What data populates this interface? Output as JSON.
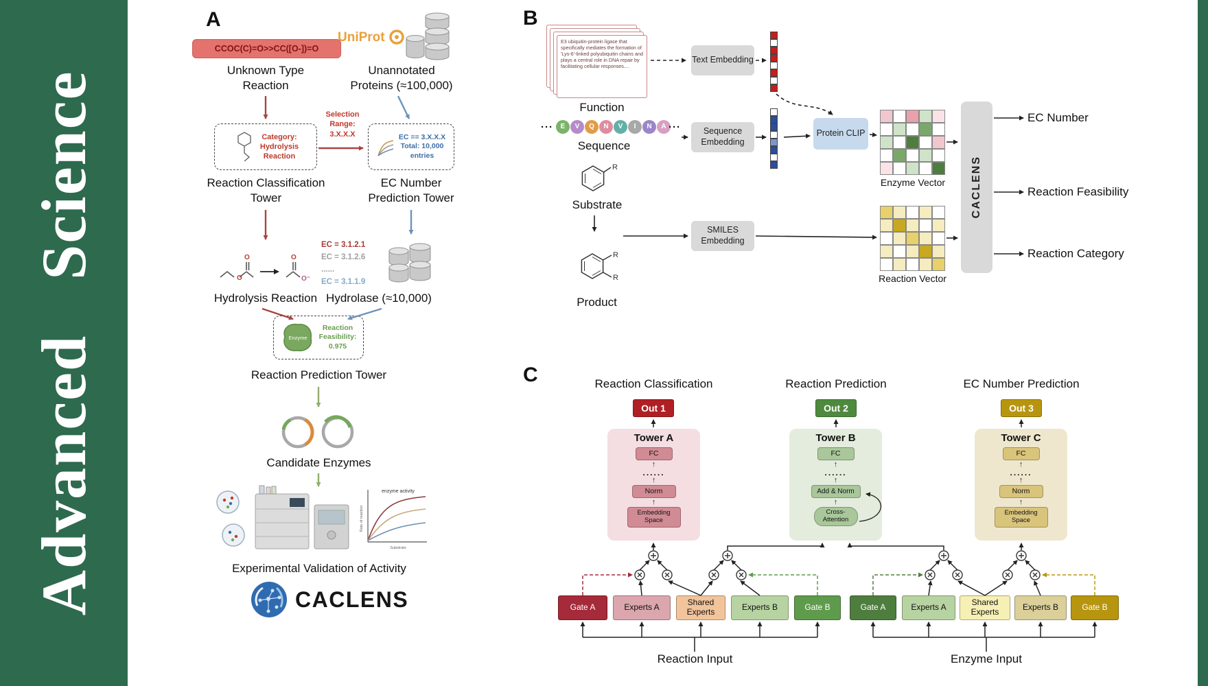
{
  "journal": {
    "name": "Advanced Science",
    "green": "#2d6a4e"
  },
  "panelA": {
    "label": "A",
    "smiles": "CCOC(C)=O>>CC([O-])=O",
    "unknown_label": "Unknown Type Reaction",
    "uniprot": "UniProt",
    "unannotated_label": "Unannotated Proteins (≈100,000)",
    "category_lines": [
      "Category:",
      "Hydrolysis",
      "Reaction"
    ],
    "selection_lines": [
      "Selection",
      "Range:",
      "3.X.X.X"
    ],
    "ec_box_lines": [
      "EC == 3.X.X.X",
      "Total: 10,000",
      "entries"
    ],
    "classification_tower": "Reaction Classification Tower",
    "ec_tower": "EC Number Prediction Tower",
    "hydrolysis_label": "Hydrolysis Reaction",
    "ec_list": [
      "EC = 3.1.2.1",
      "EC = 3.1.2.6",
      "......",
      "EC = 3.1.1.9"
    ],
    "hydrolase_label": "Hydrolase (≈10,000)",
    "enzyme_badge": "Enzyme",
    "feasibility_lines": [
      "Reaction",
      "Feasibility:",
      "0.975"
    ],
    "prediction_tower": "Reaction Prediction Tower",
    "candidates_label": "Candidate Enzymes",
    "validation_label": "Experimental Validation of Activity",
    "atoms": {
      "o": "O",
      "o_minus": "O⁻"
    },
    "plot": {
      "title": "enzyme activity",
      "ylabel": "Rate of reaction",
      "xlabel": "Substrate"
    },
    "logo_text": "CACLENS"
  },
  "panelB": {
    "label": "B",
    "function_text": "E3 ubiquitin-protein ligase that specifically mediates the formation of 'Lys-6'-linked polyubiquitin chains and plays a central role in DNA repair by facilitating cellular responses....",
    "function_label": "Function",
    "ellipsis": "···",
    "sequence": {
      "letters": [
        "E",
        "V",
        "Q",
        "N",
        "V",
        "I",
        "N",
        "A"
      ],
      "colors": [
        "#7cb36a",
        "#b48cc9",
        "#e09c4a",
        "#e08ca0",
        "#62b0a8",
        "#a8a8a8",
        "#9a86c8",
        "#d8a0c0"
      ]
    },
    "sequence_label": "Sequence",
    "substrate_label": "Substrate",
    "product_label": "Product",
    "r_label": "R",
    "boxes": {
      "text_embedding": "Text Embedding",
      "sequence_embedding": "Sequence Embedding",
      "smiles_embedding": "SMILES Embedding",
      "protein_clip": "Protein CLIP",
      "caclens": "CACLENS"
    },
    "enzyme_vector_label": "Enzyme Vector",
    "reaction_vector_label": "Reaction Vector",
    "outputs": [
      "EC Number",
      "Reaction Feasibility",
      "Reaction Category"
    ]
  },
  "panelC": {
    "label": "C",
    "headers": [
      "Reaction Classification",
      "Reaction Prediction",
      "EC Number Prediction"
    ],
    "outs": [
      {
        "label": "Out 1",
        "bg": "#b01f24"
      },
      {
        "label": "Out 2",
        "bg": "#4e8a3e"
      },
      {
        "label": "Out 3",
        "bg": "#b8950f"
      }
    ],
    "towers": [
      {
        "name": "Tower A",
        "bg": "#f4dee1",
        "box": "#d18b94",
        "layers": [
          "FC",
          "......",
          "Norm",
          "Embedding Space"
        ]
      },
      {
        "name": "Tower B",
        "bg": "#e3ecdd",
        "box": "#a9c79a",
        "layers": [
          "FC",
          "......",
          "Add & Norm",
          "Cross-Attention"
        ]
      },
      {
        "name": "Tower C",
        "bg": "#efe7cd",
        "box": "#d9c47c",
        "layers": [
          "FC",
          "......",
          "Norm",
          "Embedding Space"
        ]
      }
    ],
    "left_boxes": [
      {
        "label": "Gate A",
        "bg": "#a52a3a"
      },
      {
        "label": "Experts A",
        "bg": "#dba6ad"
      },
      {
        "label": "Shared Experts",
        "bg": "#f2c49b"
      },
      {
        "label": "Experts B",
        "bg": "#b7d3a2"
      },
      {
        "label": "Gate B",
        "bg": "#5f9b4c"
      }
    ],
    "right_boxes": [
      {
        "label": "Gate A",
        "bg": "#4e7e3e"
      },
      {
        "label": "Experts A",
        "bg": "#b7d3a2"
      },
      {
        "label": "Shared Experts",
        "bg": "#f7f0b5"
      },
      {
        "label": "Experts B",
        "bg": "#dbd09a"
      },
      {
        "label": "Gate B",
        "bg": "#b8950f"
      }
    ],
    "input_labels": [
      "Reaction Input",
      "Enzyme Input"
    ]
  },
  "grids": {
    "text_vector": {
      "rows": 8,
      "cols": 1,
      "cell": 11,
      "border": "#444",
      "colors": [
        "#c21f1f",
        "#ffffff",
        "#c21f1f",
        "#c21f1f",
        "#ffffff",
        "#c21f1f",
        "#ffffff",
        "#c21f1f"
      ]
    },
    "sequence_vector": {
      "rows": 8,
      "cols": 1,
      "cell": 11,
      "border": "#444",
      "colors": [
        "#ffffff",
        "#2b4d9e",
        "#2b4d9e",
        "#ffffff",
        "#7e97c8",
        "#2b4d9e",
        "#ffffff",
        "#2b4d9e"
      ]
    },
    "enzyme_vector": {
      "rows": 5,
      "cols": 5,
      "cell": 19,
      "border": "#888",
      "colors": [
        "#f2c6ce",
        "#ffffff",
        "#e8a0aa",
        "#cfe3c8",
        "#f9e3e6",
        "#ffffff",
        "#cfe3c8",
        "#ffffff",
        "#7aa86a",
        "#ffffff",
        "#cfe3c8",
        "#ffffff",
        "#4e7e3e",
        "#ffffff",
        "#f2c6ce",
        "#ffffff",
        "#7aa86a",
        "#ffffff",
        "#cfe3c8",
        "#ffffff",
        "#f9e3e6",
        "#ffffff",
        "#cfe3c8",
        "#ffffff",
        "#4e7e3e"
      ]
    },
    "reaction_vector": {
      "rows": 5,
      "cols": 5,
      "cell": 19,
      "border": "#888",
      "colors": [
        "#e8d06a",
        "#f5ecc0",
        "#ffffff",
        "#f5ecc0",
        "#ffffff",
        "#f5ecc0",
        "#c8a820",
        "#f5ecc0",
        "#ffffff",
        "#f5ecc0",
        "#ffffff",
        "#f5ecc0",
        "#e8d06a",
        "#f5ecc0",
        "#ffffff",
        "#f5ecc0",
        "#ffffff",
        "#f5ecc0",
        "#c8a820",
        "#f5ecc0",
        "#ffffff",
        "#f5ecc0",
        "#ffffff",
        "#f5ecc0",
        "#e8d06a"
      ]
    }
  },
  "colors": {
    "arrow_red": "#a94442",
    "arrow_blue": "#6b93bb",
    "arrow_green": "#93ad6b",
    "arrow_black": "#222222",
    "smiles_bg": "#e4726d",
    "uniprot_orange": "#e9a13b"
  }
}
